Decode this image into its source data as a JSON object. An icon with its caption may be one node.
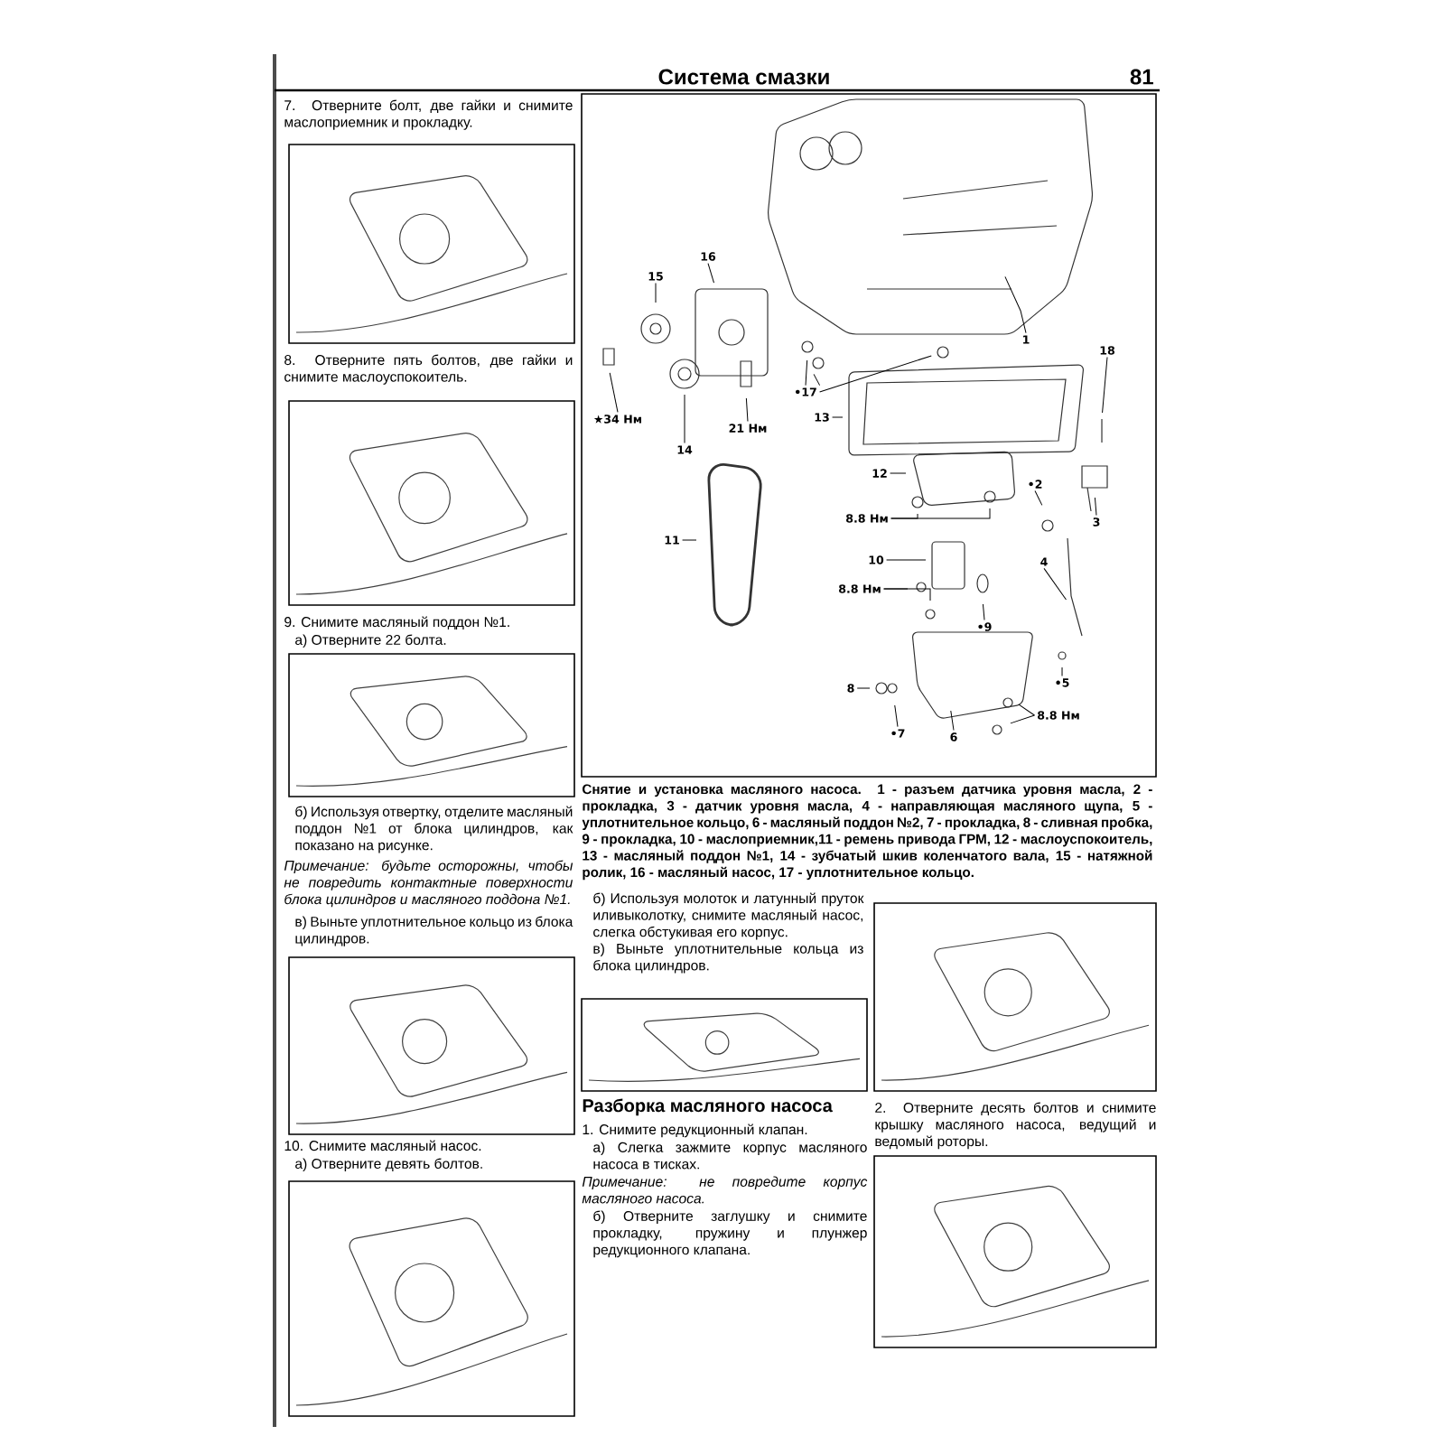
{
  "diagram": {
    "title": "Система смазки",
    "caption": "Снятие и установка масляного насоса. 1 - разъем датчика уровня масла, 2 - прокладка, 3 - датчик уровня масла, 4 - направляющая масляного щупа, 5 - уплотнительное кольцо, 6 - масляный поддон №2, 7 - прокладка, 8 - сливная пробка, 9 - прокладка, 10 - маслоприемник,11 - ремень привода ГРМ, 12 - маслоуспокоитель, 13 - масляный поддон №1, 14 - зубчатый шкив коленчатого вала, 15 - натяжной ролик, 16 - масляный насос, 17 - уплотнительное кольцо.",
    "nodes": [
      {
        "text": [
          "16"
        ]
      },
      {
        "text": [
          "15"
        ]
      },
      {
        "text": [
          "1"
        ]
      },
      {
        "text": [
          "18"
        ]
      },
      {
        "text": [
          "•17"
        ]
      },
      {
        "text": [
          "★34 Нм"
        ]
      },
      {
        "text": [
          "21 Нм"
        ]
      },
      {
        "text": [
          "13"
        ]
      },
      {
        "text": [
          "14"
        ]
      },
      {
        "text": [
          "12"
        ]
      },
      {
        "text": [
          "•2"
        ]
      },
      {
        "text": [
          "8.8 Нм"
        ]
      },
      {
        "text": [
          "3"
        ]
      },
      {
        "text": [
          "11"
        ]
      },
      {
        "text": [
          "10"
        ]
      },
      {
        "text": [
          "4"
        ]
      },
      {
        "text": [
          "8.8 Нм"
        ]
      },
      {
        "text": [
          "•9"
        ]
      },
      {
        "text": [
          "•5"
        ]
      },
      {
        "text": [
          "8"
        ]
      },
      {
        "text": [
          "8.8 Нм"
        ]
      },
      {
        "text": [
          "•7"
        ]
      },
      {
        "text": [
          "6"
        ]
      }
    ],
    "edges": [
      {
        "from": 0,
        "to": null,
        "arrow": "none"
      },
      {
        "from": 1,
        "to": null,
        "arrow": "none"
      },
      {
        "from": 2,
        "to": null,
        "arrow": "none"
      },
      {
        "from": 3,
        "to": null,
        "arrow": "none"
      },
      {
        "from": 4,
        "to": null,
        "arrow": "none"
      },
      {
        "from": 4,
        "to": null,
        "arrow": "none"
      },
      {
        "from": 4,
        "to": null,
        "arrow": "none"
      },
      {
        "from": 5,
        "to": null,
        "arrow": "none"
      },
      {
        "from": 6,
        "to": null,
        "arrow": "none"
      },
      {
        "from": 7,
        "to": null,
        "arrow": "none"
      },
      {
        "from": 8,
        "to": null,
        "arrow": "none"
      },
      {
        "from": 9,
        "to": null,
        "arrow": "none"
      },
      {
        "from": 10,
        "to": null,
        "arrow": "none"
      },
      {
        "from": 11,
        "to": null,
        "arrow": "none"
      },
      {
        "from": 11,
        "to": null,
        "arrow": "none"
      },
      {
        "from": 12,
        "to": null,
        "arrow": "none"
      },
      {
        "from": 13,
        "to": null,
        "arrow": "none"
      },
      {
        "from": 14,
        "to": null,
        "arrow": "none"
      },
      {
        "from": 15,
        "to": null,
        "arrow": "none"
      },
      {
        "from": 16,
        "to": null,
        "arrow": "none"
      },
      {
        "from": 16,
        "to": null,
        "arrow": "none"
      },
      {
        "from": 17,
        "to": null,
        "arrow": "none"
      },
      {
        "from": 18,
        "to": null,
        "arrow": "none"
      },
      {
        "from": 19,
        "to": null,
        "arrow": "none"
      },
      {
        "from": 20,
        "to": null,
        "arrow": "none"
      },
      {
        "from": 20,
        "to": null,
        "arrow": "none"
      },
      {
        "from": 21,
        "to": null,
        "arrow": "none"
      },
      {
        "from": 22,
        "to": null,
        "arrow": "none"
      }
    ],
    "labels": [
      "81",
      "7. Отверните болт, две гайки и снимите маслоприемник и прокладку.",
      "8. Отверните пять болтов, две гайки и снимите маслоуспокоитель.",
      "9. Снимите масляный поддон №1.",
      "а) Отверните 22 болта.",
      "б) Используя отвертку, отделите масляный поддон №1 от блока цилиндров, как показано на рисунке.",
      "Примечание: будьте осторожны, чтобы не повредить контактные поверхности блока цилиндров и масляного поддона №1.",
      "в) Выньте уплотнительное кольцо из блока цилиндров.",
      "10. Снимите масляный насос.",
      "а) Отверните девять болтов.",
      "б) Используя молоток и латунный пруток иливыколотку, снимите масляный насос, слегка обстукивая его корпус.",
      "в) Выньте уплотнительные кольца из блока цилиндров.",
      "2. Отверните десять болтов и снимите крышку масляного насоса, ведущий и ведомый роторы.",
      "Разборка масляного насоса",
      "1. Снимите редукционный клапан.",
      "а) Слегка зажмите корпус масляного насоса в тисках.",
      "Примечание: не повредите корпус масляного насоса.",
      "б) Отверните заглушку и снимите прокладку, пружину и плунжер редукционного клапана."
    ]
  }
}
